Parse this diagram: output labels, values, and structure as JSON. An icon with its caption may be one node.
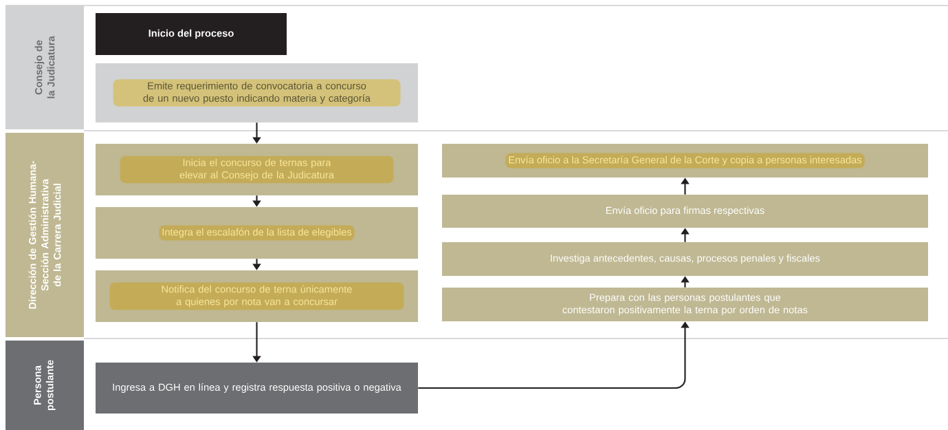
{
  "diagram": {
    "nodes": [
      {
        "text": [
          "Consejo de la Judicatura"
        ]
      },
      {
        "text": [
          "Inicio del proceso"
        ]
      },
      {
        "text": [
          "Emite requerimiento de convocatoria a concurso de un nuevo puesto indicando materia y categoría"
        ]
      },
      {
        "text": [
          "Dirección de Gestión Humana- Sección Administrativa de la Carrera Judicial"
        ]
      },
      {
        "text": [
          "Inicia el concurso de ternas para elevar al Consejo de la Judicatura"
        ]
      },
      {
        "text": [
          "Integra el escalafón de la lista de elegibles"
        ]
      },
      {
        "text": [
          "Notifica del concurso de terna únicamente a quienes por nota van a concursar"
        ]
      },
      {
        "text": [
          "Envía oficio a la Secretaría General de la Corte y copia a personas interesadas"
        ]
      },
      {
        "text": [
          "Envía oficio para firmas respectivas"
        ]
      },
      {
        "text": [
          "Investiga antecedentes, causas, procesos penales y fiscales"
        ]
      },
      {
        "text": [
          "Prepara con las personas postulantes que contestaron positivamente la terna por orden de notas"
        ]
      },
      {
        "text": [
          "Persona postulante"
        ]
      },
      {
        "text": [
          "Ingresa a DGH en línea y registra respuesta positiva o negativa"
        ]
      }
    ],
    "edges": [
      {
        "from": 2,
        "to": 4,
        "arrow": "to"
      },
      {
        "from": 4,
        "to": 5,
        "arrow": "to"
      },
      {
        "from": 5,
        "to": 6,
        "arrow": "to"
      },
      {
        "from": 6,
        "to": 12,
        "arrow": "to"
      },
      {
        "from": 12,
        "to": 10,
        "arrow": "to"
      },
      {
        "from": 10,
        "to": 9,
        "arrow": "to"
      },
      {
        "from": 9,
        "to": 8,
        "arrow": "to"
      },
      {
        "from": 8,
        "to": 7,
        "arrow": "to"
      }
    ]
  }
}
